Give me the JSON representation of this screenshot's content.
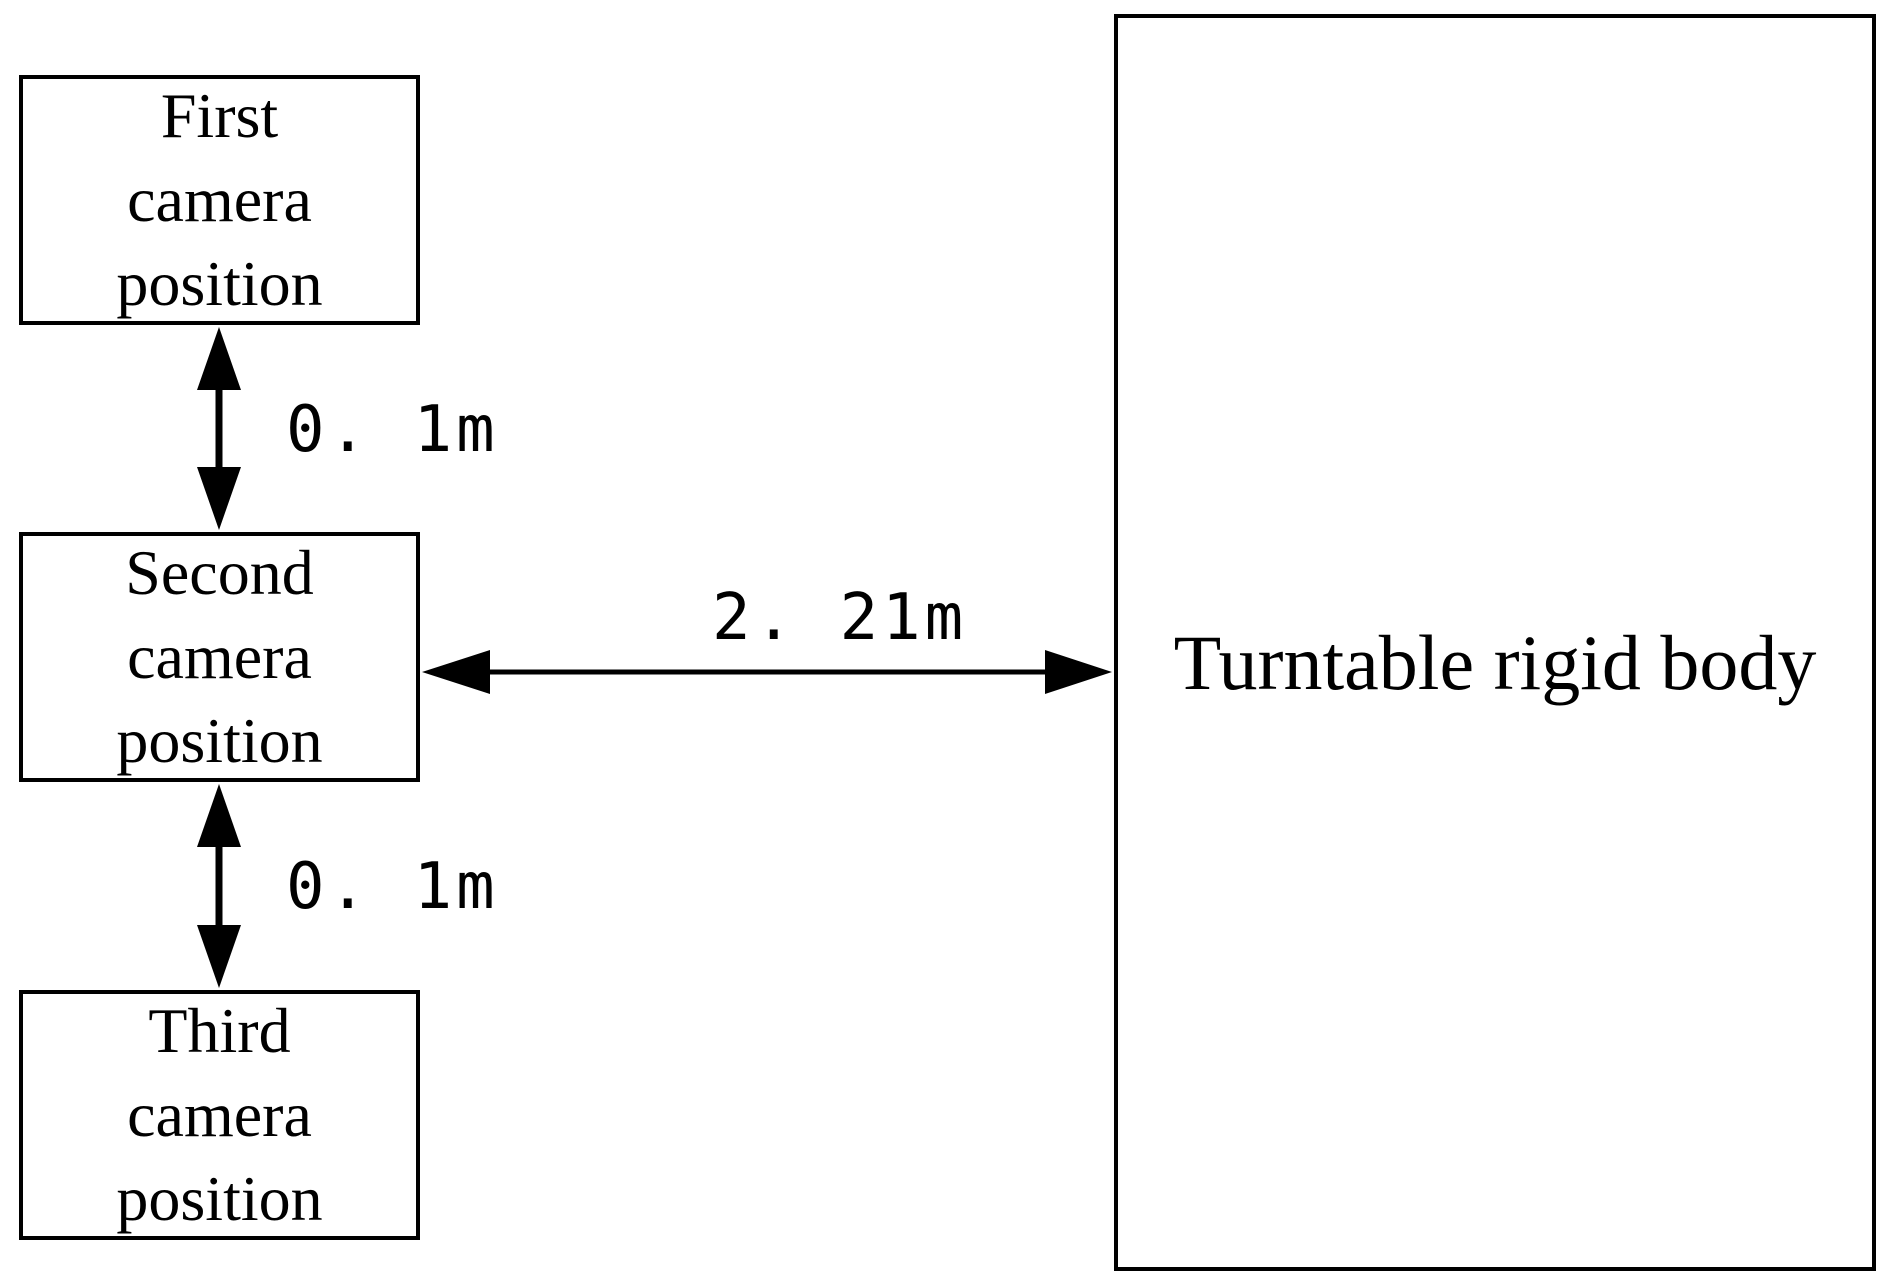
{
  "boxes": {
    "first_camera": {
      "lines": [
        "First",
        "camera",
        "position"
      ]
    },
    "second_camera": {
      "lines": [
        "Second",
        "camera",
        "position"
      ]
    },
    "third_camera": {
      "lines": [
        "Third",
        "camera",
        "position"
      ]
    },
    "turntable": {
      "label": "Turntable rigid body"
    }
  },
  "dimensions": {
    "first_to_second": "0. 1m",
    "second_to_third": "0. 1m",
    "second_to_turntable": "2. 21m"
  },
  "colors": {
    "stroke": "#000000",
    "background": "#ffffff"
  }
}
